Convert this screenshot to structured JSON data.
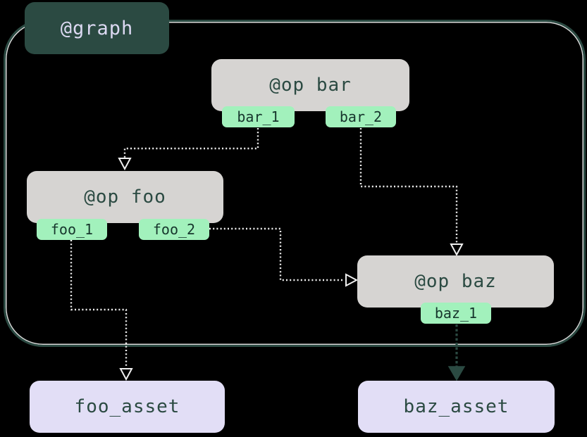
{
  "colors": {
    "background": "#000000",
    "graph-green": "#2b4a42",
    "graph-label-text": "#dcd9f2",
    "node-bg": "#d6d4d2",
    "node-text": "#2b4a42",
    "tag-bg": "#a2f1bc",
    "tag-text": "#16352c",
    "asset-bg": "#e2def6",
    "asset-text": "#2b4a42",
    "edge-light": "#f0f0f0",
    "edge-dark": "#2b4a42"
  },
  "graph": {
    "label": "@graph",
    "ops": [
      {
        "id": "bar",
        "label": "@op bar",
        "outputs": [
          "bar_1",
          "bar_2"
        ]
      },
      {
        "id": "foo",
        "label": "@op foo",
        "outputs": [
          "foo_1",
          "foo_2"
        ]
      },
      {
        "id": "baz",
        "label": "@op baz",
        "outputs": [
          "baz_1"
        ]
      }
    ]
  },
  "assets": [
    {
      "id": "foo_asset",
      "label": "foo_asset"
    },
    {
      "id": "baz_asset",
      "label": "baz_asset"
    }
  ],
  "edges": [
    {
      "from": "bar_1",
      "to": "@op foo",
      "style": "dotted-light",
      "arrow": "hollow"
    },
    {
      "from": "bar_2",
      "to": "@op baz",
      "style": "dotted-light",
      "arrow": "hollow"
    },
    {
      "from": "foo_2",
      "to": "@op baz",
      "style": "dotted-light",
      "arrow": "hollow"
    },
    {
      "from": "foo_1",
      "to": "foo_asset",
      "style": "dotted-light",
      "arrow": "hollow"
    },
    {
      "from": "baz_1",
      "to": "baz_asset",
      "style": "dotted-dark",
      "arrow": "filled"
    }
  ]
}
